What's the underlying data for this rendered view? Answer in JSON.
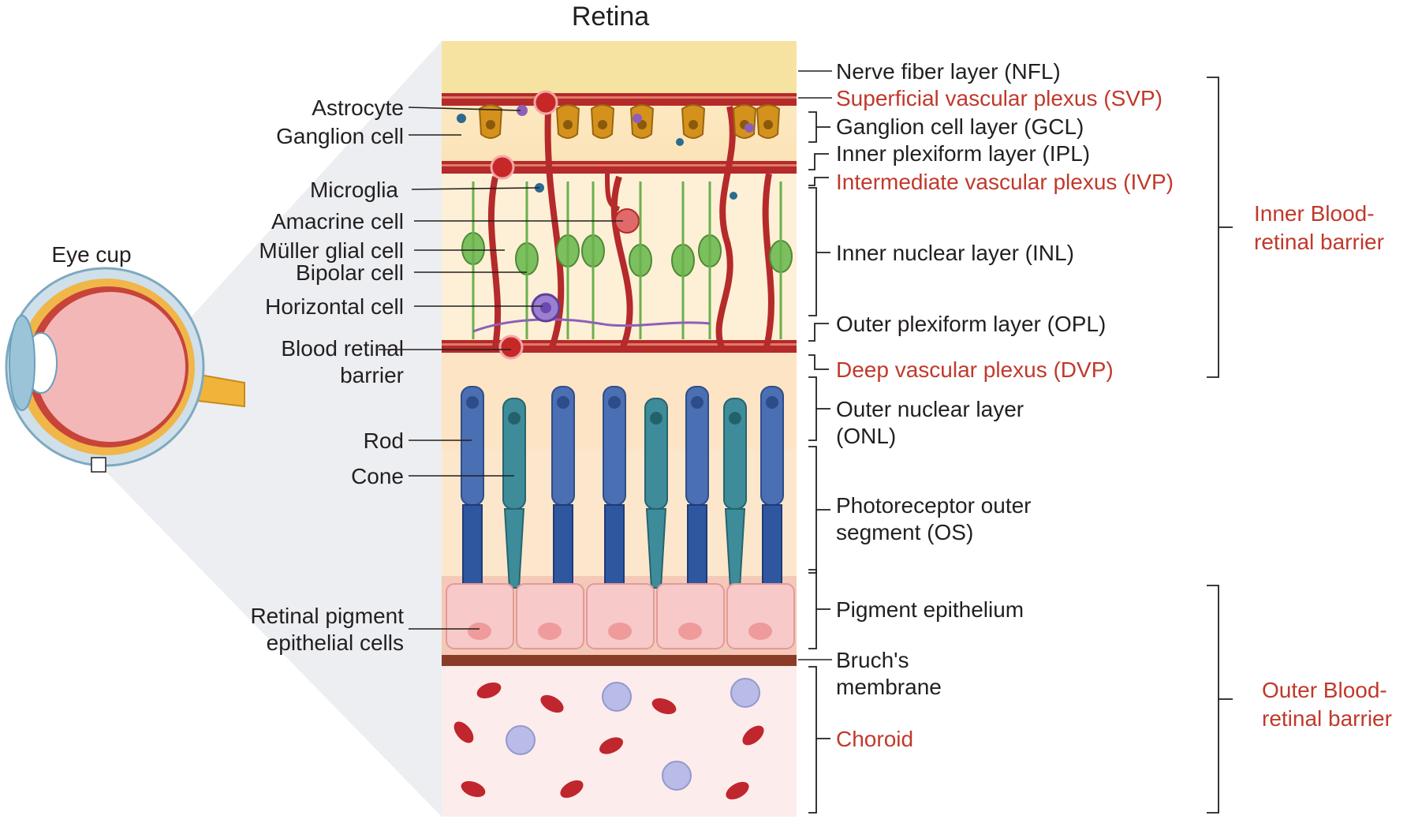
{
  "title": "Retina",
  "eye_label": "Eye cup",
  "left_labels": {
    "astrocyte": "Astrocyte",
    "ganglion": "Ganglion cell",
    "microglia": "Microglia",
    "amacrine": "Amacrine cell",
    "muller": "Müller glial cell",
    "bipolar": "Bipolar cell",
    "horizontal": "Horizontal cell",
    "brb_1": "Blood retinal",
    "brb_2": "barrier",
    "rod": "Rod",
    "cone": "Cone",
    "rpe_1": "Retinal pigment",
    "rpe_2": "epithelial cells"
  },
  "right_labels": {
    "nfl": "Nerve fiber layer (NFL)",
    "svp": "Superficial vascular plexus (SVP)",
    "gcl": "Ganglion cell layer (GCL)",
    "ipl": "Inner plexiform layer (IPL)",
    "ivp": "Intermediate vascular plexus (IVP)",
    "inl": "Inner nuclear layer (INL)",
    "opl": "Outer plexiform layer (OPL)",
    "dvp": "Deep vascular plexus (DVP)",
    "onl_1": "Outer nuclear layer",
    "onl_2": "(ONL)",
    "os_1": "Photoreceptor outer",
    "os_2": "segment (OS)",
    "pe": "Pigment epithelium",
    "bruch_1": "Bruch's",
    "bruch_2": "membrane",
    "choroid": "Choroid"
  },
  "barriers": {
    "inner_1": "Inner Blood-",
    "inner_2": "retinal  barrier",
    "outer_1": "Outer Blood-",
    "outer_2": "retinal  barrier"
  },
  "colors": {
    "accent_red": "#c0392b",
    "vessel": "#b52a2a",
    "nfl": "#f7e3a1",
    "ganglion": "#d4921c",
    "bipolar": "#6ab04c",
    "rod": "#4a6fb3",
    "cone": "#3e8c9a",
    "rpe": "#f2c5c5",
    "choroid_bg": "#fdecec"
  }
}
